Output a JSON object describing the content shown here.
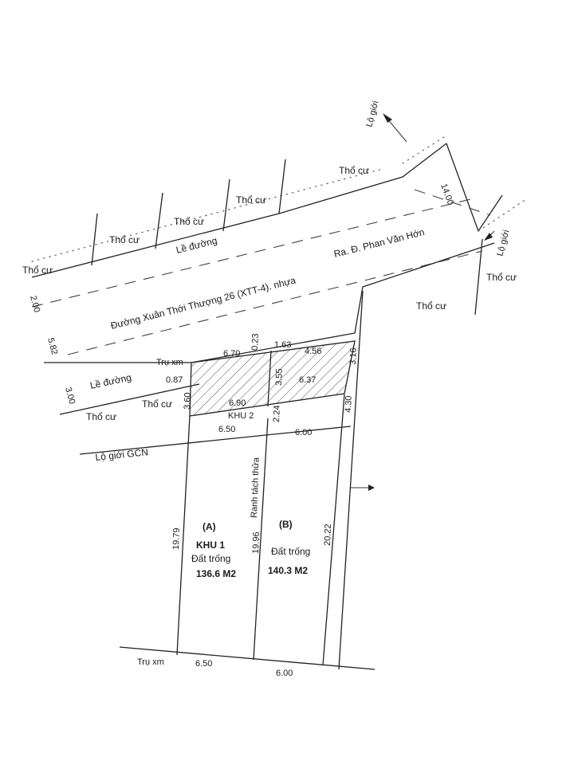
{
  "roads": {
    "main_name": "Đường Xuân Thới Thượng 26 (XTT-4). nhựa",
    "exit_to": "Ra. Đ. Phan Văn Hớn",
    "road_width": "14.00"
  },
  "labels": {
    "thocu": "Thổ cư",
    "le_duong": "Lề đường",
    "lo_gioi": "Lộ giới",
    "lo_gioi_gcn": "Lộ giới GCN",
    "tru_xm": "Trụ xm",
    "ranh_tach_thua": "Ranh tách thửa",
    "khu2": "KHU 2"
  },
  "left_offsets": {
    "a": "2.00",
    "b": "5.82",
    "c": "3.00"
  },
  "top_dims": {
    "d670": "6.70",
    "d023": "0.23",
    "d163": "1.63",
    "d456": "4.56",
    "d087": "0.87",
    "d355": "3.55",
    "d637": "6.37",
    "d316": "3.16",
    "d360": "3.60",
    "d690": "6.90",
    "d224": "2.24",
    "d430": "4.30",
    "d650": "6.50",
    "d600": "6.00"
  },
  "lot_a": {
    "mark": "(A)",
    "zone": "KHU 1",
    "type": "Đất trống",
    "area": "136.6 M2",
    "depth": "19.79"
  },
  "lot_b": {
    "mark": "(B)",
    "type": "Đất trống",
    "area": "140.3 M2",
    "depth": "20.22",
    "divider_depth": "19.96"
  },
  "bottom": {
    "tru_xm": "Trụ xm",
    "w_a": "6.50",
    "w_b": "6.00"
  }
}
